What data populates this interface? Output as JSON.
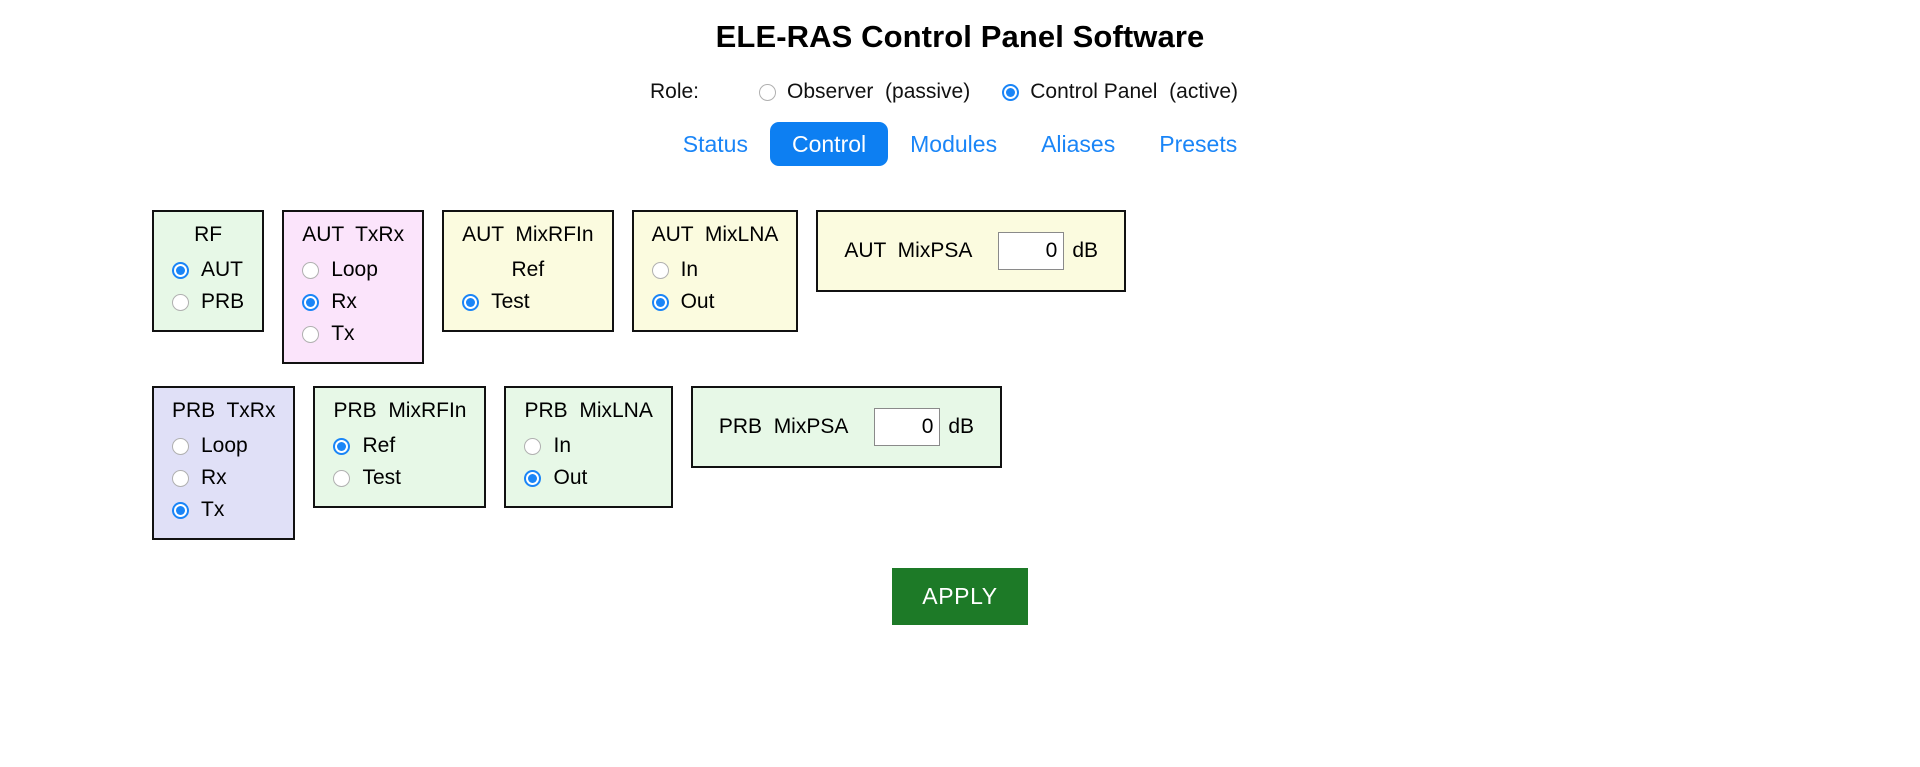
{
  "app": {
    "title": "ELE-RAS Control Panel Software",
    "accent_blue": "#0d7ff2",
    "apply_green": "#1d7a27"
  },
  "role": {
    "label": "Role:",
    "options": [
      {
        "label": "Observer  (passive)",
        "selected": false
      },
      {
        "label": "Control Panel  (active)",
        "selected": true
      }
    ]
  },
  "tabs": [
    {
      "label": "Status",
      "active": false
    },
    {
      "label": "Control",
      "active": true
    },
    {
      "label": "Modules",
      "active": false
    },
    {
      "label": "Aliases",
      "active": false
    },
    {
      "label": "Presets",
      "active": false
    }
  ],
  "panels_row1": [
    {
      "title": "RF",
      "color": "#e7f8e7",
      "options": [
        {
          "label": "AUT",
          "selected": true,
          "hasRadio": true
        },
        {
          "label": "PRB",
          "selected": false,
          "hasRadio": true
        }
      ]
    },
    {
      "title": "AUT  TxRx",
      "color": "#fbe4fb",
      "options": [
        {
          "label": "Loop",
          "selected": false,
          "hasRadio": true
        },
        {
          "label": "Rx",
          "selected": true,
          "hasRadio": true
        },
        {
          "label": "Tx",
          "selected": false,
          "hasRadio": true
        }
      ]
    },
    {
      "title": "AUT  MixRFIn",
      "color": "#fbfbdf",
      "options": [
        {
          "label": "Ref",
          "selected": false,
          "hasRadio": false
        },
        {
          "label": "Test",
          "selected": true,
          "hasRadio": true
        }
      ]
    },
    {
      "title": "AUT  MixLNA",
      "color": "#fbfbdf",
      "options": [
        {
          "label": "In",
          "selected": false,
          "hasRadio": true
        },
        {
          "label": "Out",
          "selected": true,
          "hasRadio": true
        }
      ]
    }
  ],
  "psa_row1": {
    "title": "AUT  MixPSA",
    "color": "#fbfbdf",
    "value": "0",
    "unit": "dB"
  },
  "panels_row2": [
    {
      "title": "PRB  TxRx",
      "color": "#e0e0f7",
      "options": [
        {
          "label": "Loop",
          "selected": false,
          "hasRadio": true
        },
        {
          "label": "Rx",
          "selected": false,
          "hasRadio": true
        },
        {
          "label": "Tx",
          "selected": true,
          "hasRadio": true
        }
      ]
    },
    {
      "title": "PRB  MixRFIn",
      "color": "#e7f8e7",
      "options": [
        {
          "label": "Ref",
          "selected": true,
          "hasRadio": true
        },
        {
          "label": "Test",
          "selected": false,
          "hasRadio": true
        }
      ]
    },
    {
      "title": "PRB  MixLNA",
      "color": "#e7f8e7",
      "options": [
        {
          "label": "In",
          "selected": false,
          "hasRadio": true
        },
        {
          "label": "Out",
          "selected": true,
          "hasRadio": true
        }
      ]
    }
  ],
  "psa_row2": {
    "title": "PRB  MixPSA",
    "color": "#e7f8e7",
    "value": "0",
    "unit": "dB"
  },
  "apply": {
    "label": "APPLY"
  }
}
